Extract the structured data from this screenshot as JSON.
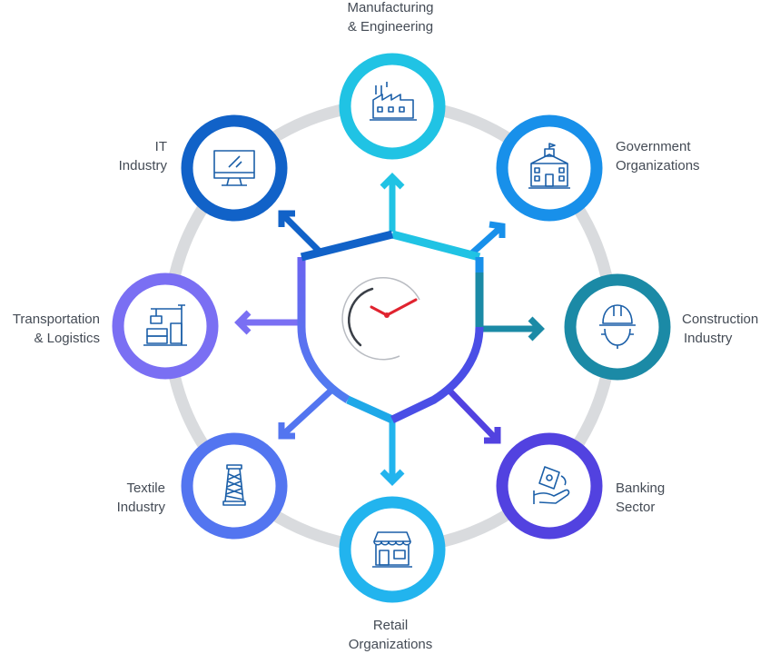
{
  "nodes": [
    {
      "id": "manufacturing",
      "lines": [
        "Manufacturing",
        "& Engineering"
      ],
      "color": "#20c3e4",
      "icon": "factory-icon"
    },
    {
      "id": "government",
      "lines": [
        "Government",
        "Organizations"
      ],
      "color": "#1890ea",
      "icon": "government-building-icon"
    },
    {
      "id": "construction",
      "lines": [
        "Construction",
        "Industry"
      ],
      "color": "#1b8aa6",
      "icon": "hard-hat-gear-icon"
    },
    {
      "id": "banking",
      "lines": [
        "Banking",
        "Sector"
      ],
      "color": "#5242e0",
      "icon": "money-hand-icon"
    },
    {
      "id": "retail",
      "lines": [
        "Retail",
        "Organizations"
      ],
      "color": "#22b4ee",
      "icon": "storefront-icon"
    },
    {
      "id": "textile",
      "lines": [
        "Textile",
        "Industry"
      ],
      "color": "#5375f0",
      "icon": "thread-spool-icon"
    },
    {
      "id": "transportation",
      "lines": [
        "Transportation",
        "& Logistics"
      ],
      "color": "#7a6ff3",
      "icon": "crane-containers-icon"
    },
    {
      "id": "it",
      "lines": [
        "IT",
        "Industry"
      ],
      "color": "#1162c8",
      "icon": "computer-monitor-icon"
    }
  ],
  "center": {
    "icon": "clock-gauge-icon"
  }
}
